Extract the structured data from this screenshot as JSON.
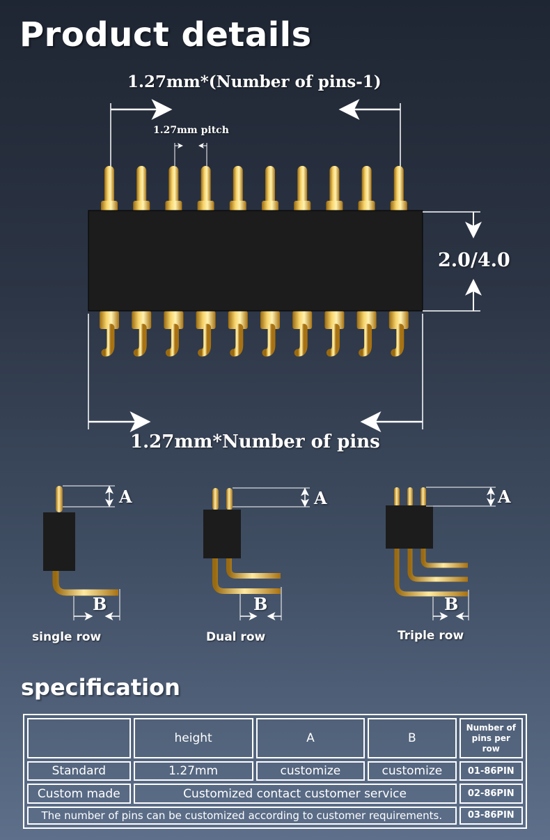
{
  "header": {
    "title": "Product details"
  },
  "main_diagram": {
    "top_dimension": "1.27mm*(Number of pins-1)",
    "pitch_label": "1.27mm pitch",
    "height_dimension": "2.0/4.0",
    "bottom_dimension": "1.27mm*Number of pins",
    "pin_count": 10
  },
  "variants": [
    {
      "name": "single row",
      "a_label": "A",
      "b_label": "B"
    },
    {
      "name": "Dual row",
      "a_label": "A",
      "b_label": "B"
    },
    {
      "name": "Triple row",
      "a_label": "A",
      "b_label": "B"
    }
  ],
  "specification": {
    "title": "specification",
    "headers": [
      "",
      "height",
      "A",
      "B",
      "Number of pins per row"
    ],
    "rows": [
      {
        "label": "Standard",
        "height": "1.27mm",
        "a": "customize",
        "b": "customize",
        "pins": "01-86PIN"
      },
      {
        "label": "Custom made",
        "merged": "Customized contact customer service",
        "pins": "02-86PIN"
      },
      {
        "note": "The number of pins can be customized according to customer  requirements.",
        "pins": "03-86PIN"
      }
    ]
  },
  "colors": {
    "pin_gold": "#e0b040",
    "insulator": "#1e1e1e",
    "line": "#ffffff"
  }
}
